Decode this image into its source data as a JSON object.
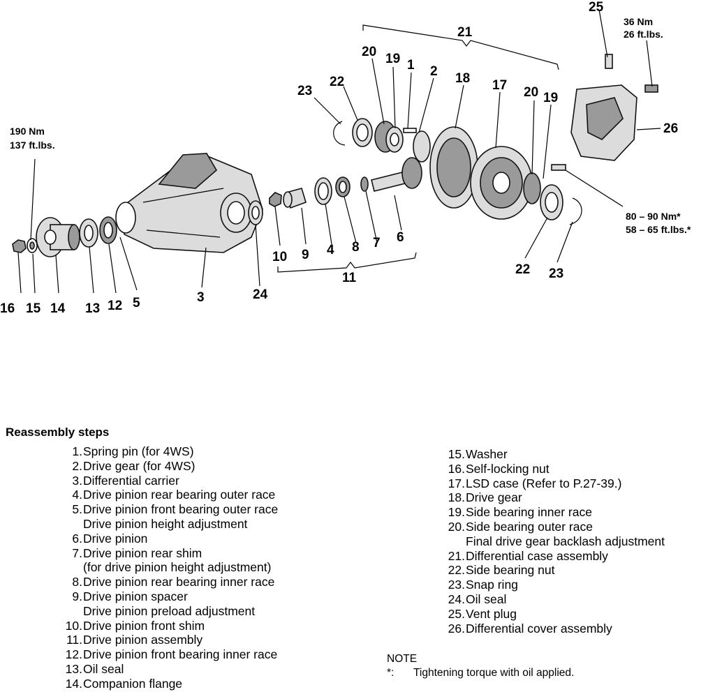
{
  "callouts": {
    "c1": "1",
    "c2": "2",
    "c3": "3",
    "c4": "4",
    "c5": "5",
    "c6": "6",
    "c7": "7",
    "c8": "8",
    "c9": "9",
    "c10": "10",
    "c11": "11",
    "c12": "12",
    "c13": "13",
    "c14": "14",
    "c15": "15",
    "c16": "16",
    "c17": "17",
    "c18": "18",
    "c19a": "19",
    "c19b": "19",
    "c20a": "20",
    "c20b": "20",
    "c21": "21",
    "c22a": "22",
    "c22b": "22",
    "c23a": "23",
    "c23b": "23",
    "c24": "24",
    "c25": "25",
    "c26": "26"
  },
  "torques": {
    "companion_nut": [
      "190 Nm",
      "137 ft.lbs."
    ],
    "vent": [
      "36 Nm",
      "26 ft.lbs."
    ],
    "cover": [
      "80 – 90 Nm*",
      "58 – 65 ft.lbs.*"
    ]
  },
  "steps": {
    "title": "Reassembly steps",
    "left": [
      {
        "num": "1.",
        "lines": [
          "Spring pin (for 4WS)"
        ]
      },
      {
        "num": "2.",
        "lines": [
          "Drive gear (for 4WS)"
        ]
      },
      {
        "num": "3.",
        "lines": [
          "Differential carrier"
        ]
      },
      {
        "num": "4.",
        "lines": [
          "Drive pinion rear bearing outer race"
        ]
      },
      {
        "num": "5.",
        "lines": [
          "Drive pinion front bearing outer race",
          "Drive pinion height adjustment"
        ]
      },
      {
        "num": "6.",
        "lines": [
          "Drive pinion"
        ]
      },
      {
        "num": "7.",
        "lines": [
          "Drive pinion rear shim",
          "(for drive pinion height adjustment)"
        ]
      },
      {
        "num": "8.",
        "lines": [
          "Drive pinion rear bearing inner race"
        ]
      },
      {
        "num": "9.",
        "lines": [
          "Drive pinion spacer",
          "Drive pinion preload adjustment"
        ]
      },
      {
        "num": "10.",
        "lines": [
          "Drive pinion front shim"
        ]
      },
      {
        "num": "11.",
        "lines": [
          "Drive pinion assembly"
        ]
      },
      {
        "num": "12.",
        "lines": [
          "Drive pinion front bearing inner race"
        ]
      },
      {
        "num": "13.",
        "lines": [
          "Oil seal"
        ]
      },
      {
        "num": "14.",
        "lines": [
          "Companion flange"
        ]
      }
    ],
    "right": [
      {
        "num": "15.",
        "lines": [
          "Washer"
        ]
      },
      {
        "num": "16.",
        "lines": [
          "Self-locking nut"
        ]
      },
      {
        "num": "17.",
        "lines": [
          "LSD case (Refer to P.27-39.)"
        ]
      },
      {
        "num": "18.",
        "lines": [
          "Drive gear"
        ]
      },
      {
        "num": "19.",
        "lines": [
          "Side bearing inner race"
        ]
      },
      {
        "num": "20.",
        "lines": [
          "Side bearing outer race",
          "Final drive gear backlash adjustment"
        ]
      },
      {
        "num": "21.",
        "lines": [
          "Differential case assembly"
        ]
      },
      {
        "num": "22.",
        "lines": [
          "Side bearing nut"
        ]
      },
      {
        "num": "23.",
        "lines": [
          "Snap ring"
        ]
      },
      {
        "num": "24.",
        "lines": [
          "Oil seal"
        ]
      },
      {
        "num": "25.",
        "lines": [
          "Vent plug"
        ]
      },
      {
        "num": "26.",
        "lines": [
          "Differential cover assembly"
        ]
      }
    ]
  },
  "note": {
    "heading": "NOTE",
    "mark": "*:",
    "text": "Tightening torque with oil applied."
  }
}
